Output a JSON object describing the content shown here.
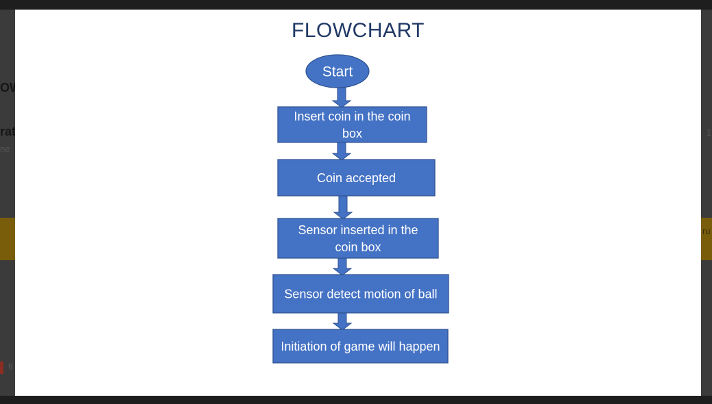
{
  "title": "FLOWCHART",
  "background_fragments": [
    "OW",
    "rat",
    "ne",
    "1",
    "ru",
    "fi"
  ],
  "colors": {
    "node_fill": "#4472c4",
    "node_stroke": "#2f528f",
    "title": "#1f3864",
    "slide_bg": "#ffffff",
    "backdrop": "#2a2a2a"
  },
  "flowchart": {
    "nodes": [
      {
        "id": "start",
        "shape": "ellipse",
        "lines": [
          "Start"
        ]
      },
      {
        "id": "insert",
        "shape": "rect",
        "lines": [
          "Insert coin in the coin",
          "box"
        ]
      },
      {
        "id": "accepted",
        "shape": "rect",
        "lines": [
          "Coin accepted"
        ]
      },
      {
        "id": "sensor-inserted",
        "shape": "rect",
        "lines": [
          "Sensor inserted in the",
          "coin box"
        ]
      },
      {
        "id": "sensor-detect",
        "shape": "rect",
        "lines": [
          "Sensor detect motion of ball"
        ]
      },
      {
        "id": "initiation",
        "shape": "rect",
        "lines": [
          "Initiation of game will happen"
        ]
      }
    ],
    "edges": [
      {
        "from": "start",
        "to": "insert"
      },
      {
        "from": "insert",
        "to": "accepted"
      },
      {
        "from": "accepted",
        "to": "sensor-inserted"
      },
      {
        "from": "sensor-inserted",
        "to": "sensor-detect"
      },
      {
        "from": "sensor-detect",
        "to": "initiation"
      }
    ]
  }
}
